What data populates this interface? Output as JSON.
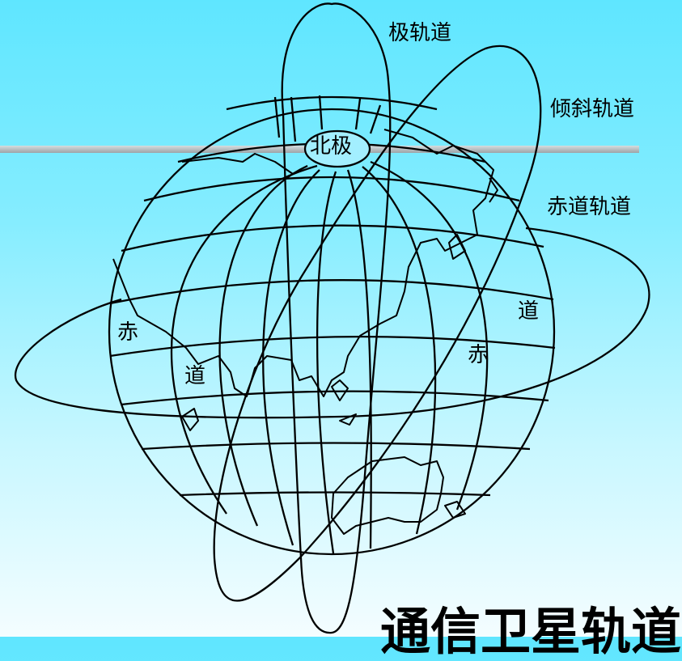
{
  "labels": {
    "polar_orbit": "极轨道",
    "inclined_orbit": "倾斜轨道",
    "equatorial_orbit": "赤道轨道",
    "north_pole": "北极",
    "equator_left_1": "赤",
    "equator_left_2": "道",
    "equator_right_1": "赤",
    "equator_right_2": "道"
  },
  "title": "通信卫星轨道",
  "colors": {
    "line": "#000000",
    "background_top": "#5fe6ff",
    "background_bottom": "#f4fdff",
    "divider": "#b3babd"
  }
}
